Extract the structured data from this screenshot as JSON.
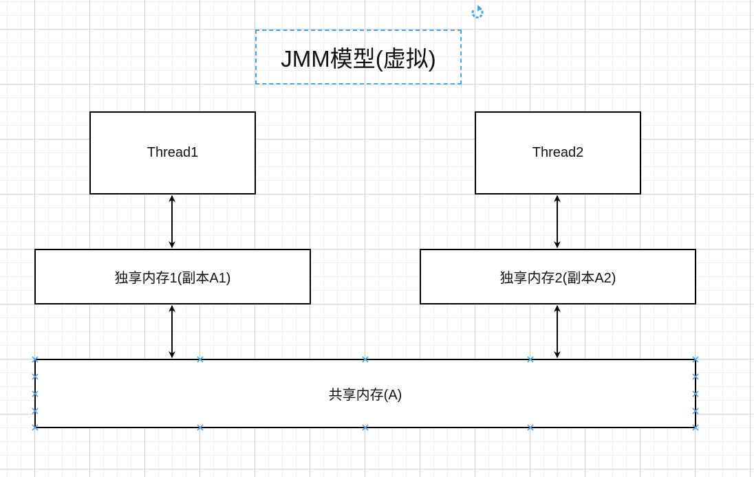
{
  "diagram": {
    "title": "JMM模型(虚拟)",
    "nodes": {
      "thread1": "Thread1",
      "thread2": "Thread2",
      "local_memory1": "独享内存1(副本A1)",
      "local_memory2": "独享内存2(副本A2)",
      "shared_memory": "共享内存(A)"
    },
    "edges": [
      {
        "from": "thread1",
        "to": "local_memory1",
        "type": "bidirectional"
      },
      {
        "from": "local_memory1",
        "to": "shared_memory",
        "type": "bidirectional"
      },
      {
        "from": "thread2",
        "to": "local_memory2",
        "type": "bidirectional"
      },
      {
        "from": "local_memory2",
        "to": "shared_memory",
        "type": "bidirectional"
      }
    ],
    "selection": {
      "selected_node": "shared_memory",
      "handle_color": "#4aa3f0"
    }
  }
}
